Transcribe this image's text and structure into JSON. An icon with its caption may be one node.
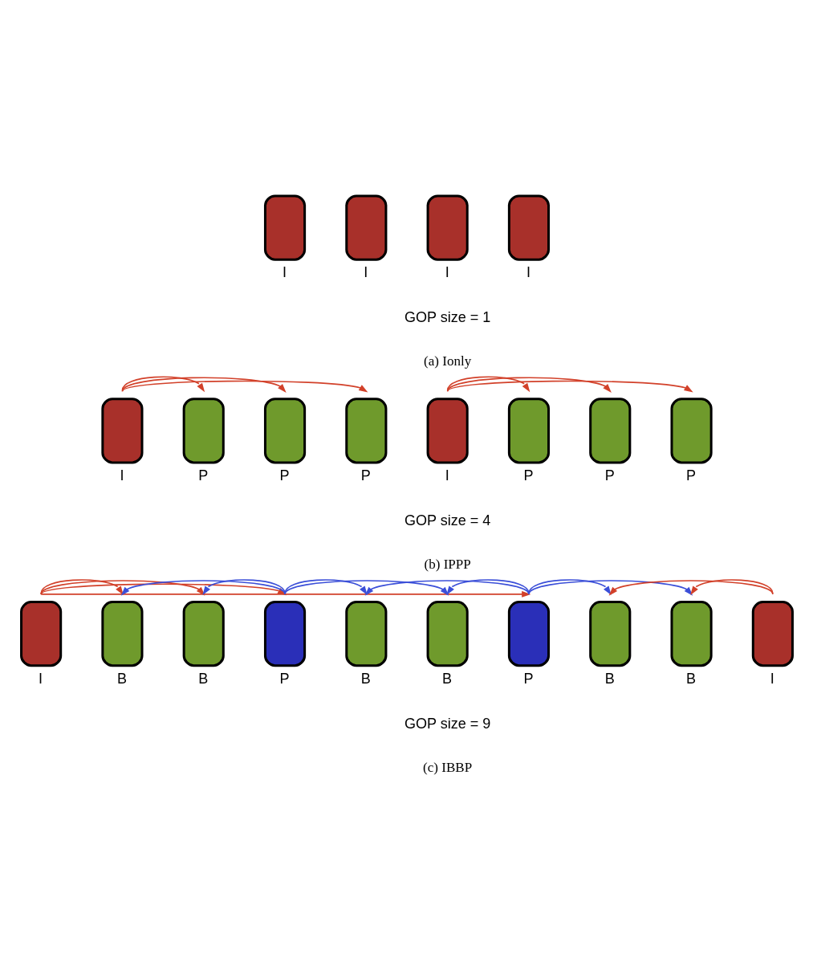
{
  "diagram": {
    "nodes": [
      {
        "text": [
          "I"
        ]
      },
      {
        "text": [
          "I"
        ]
      },
      {
        "text": [
          "I"
        ]
      },
      {
        "text": [
          "I"
        ]
      },
      {
        "text": [
          "I"
        ]
      },
      {
        "text": [
          "P"
        ]
      },
      {
        "text": [
          "P"
        ]
      },
      {
        "text": [
          "P"
        ]
      },
      {
        "text": [
          "I"
        ]
      },
      {
        "text": [
          "P"
        ]
      },
      {
        "text": [
          "P"
        ]
      },
      {
        "text": [
          "P"
        ]
      },
      {
        "text": [
          "I"
        ]
      },
      {
        "text": [
          "B"
        ]
      },
      {
        "text": [
          "B"
        ]
      },
      {
        "text": [
          "P"
        ]
      },
      {
        "text": [
          "B"
        ]
      },
      {
        "text": [
          "B"
        ]
      },
      {
        "text": [
          "P"
        ]
      },
      {
        "text": [
          "B"
        ]
      },
      {
        "text": [
          "B"
        ]
      },
      {
        "text": [
          "I"
        ]
      }
    ],
    "edges": [
      {
        "from": 4,
        "to": 5,
        "arrow": "to"
      },
      {
        "from": 4,
        "to": 6,
        "arrow": "to"
      },
      {
        "from": 4,
        "to": 7,
        "arrow": "to"
      },
      {
        "from": 8,
        "to": 9,
        "arrow": "to"
      },
      {
        "from": 8,
        "to": 10,
        "arrow": "to"
      },
      {
        "from": 8,
        "to": 11,
        "arrow": "to"
      },
      {
        "from": 12,
        "to": 13,
        "arrow": "to"
      },
      {
        "from": 12,
        "to": 14,
        "arrow": "to"
      },
      {
        "from": 12,
        "to": 15,
        "arrow": "to"
      },
      {
        "from": 12,
        "to": 18,
        "arrow": "to"
      },
      {
        "from": 15,
        "to": 13,
        "arrow": "to",
        "color": "#3b4fd8"
      },
      {
        "from": 15,
        "to": 14,
        "arrow": "to",
        "color": "#3b4fd8"
      },
      {
        "from": 15,
        "to": 16,
        "arrow": "to",
        "color": "#3b4fd8"
      },
      {
        "from": 15,
        "to": 17,
        "arrow": "to",
        "color": "#3b4fd8"
      },
      {
        "from": 18,
        "to": 16,
        "arrow": "to",
        "color": "#3b4fd8"
      },
      {
        "from": 18,
        "to": 17,
        "arrow": "to",
        "color": "#3b4fd8"
      },
      {
        "from": 18,
        "to": 19,
        "arrow": "to",
        "color": "#3b4fd8"
      },
      {
        "from": 18,
        "to": 20,
        "arrow": "to",
        "color": "#3b4fd8"
      },
      {
        "from": 21,
        "to": 19,
        "arrow": "to"
      },
      {
        "from": 21,
        "to": 20,
        "arrow": "to"
      }
    ],
    "labels": [
      "GOP size = 1",
      "(a) Ionly",
      "GOP size = 4",
      "(b) IPPP",
      "GOP size = 9",
      "(c) IBBP"
    ]
  }
}
